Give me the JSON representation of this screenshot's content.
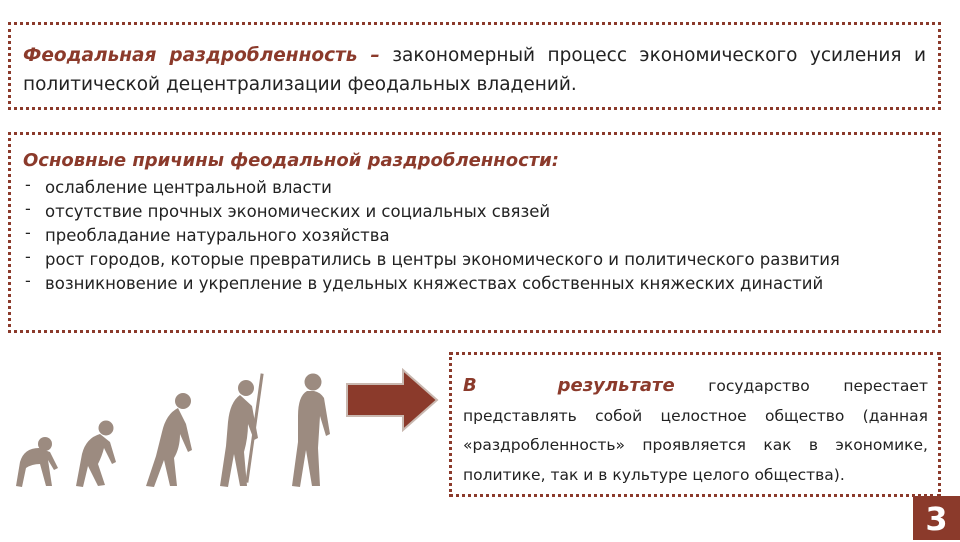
{
  "definition": {
    "term": "Феодальная раздробленность –",
    "text": "закономерный процесс экономического усиления и политической децентрализации феодальных владений."
  },
  "causes": {
    "title": "Основные причины феодальной раздробленности:",
    "items": [
      "ослабление центральной власти",
      "отсутствие прочных экономических и социальных связей",
      "преобладание натурального хозяйства",
      "рост городов, которые превратились в центры экономического и политического развития",
      "возникновение и укрепление в удельных княжествах собственных княжеских династий"
    ]
  },
  "result": {
    "heading": "В результате",
    "text": "государство перестает представлять собой целостное общество (данная «раздробленность» проявляется как в экономике, политике, так и в культуре целого общества)."
  },
  "illustration": {
    "arrow_icon": "right-arrow-icon",
    "figures_icon": "human-evolution-silhouettes-icon"
  },
  "colors": {
    "accent": "#8b3a2b",
    "figures": "#9c8b80"
  },
  "page_number": "3"
}
